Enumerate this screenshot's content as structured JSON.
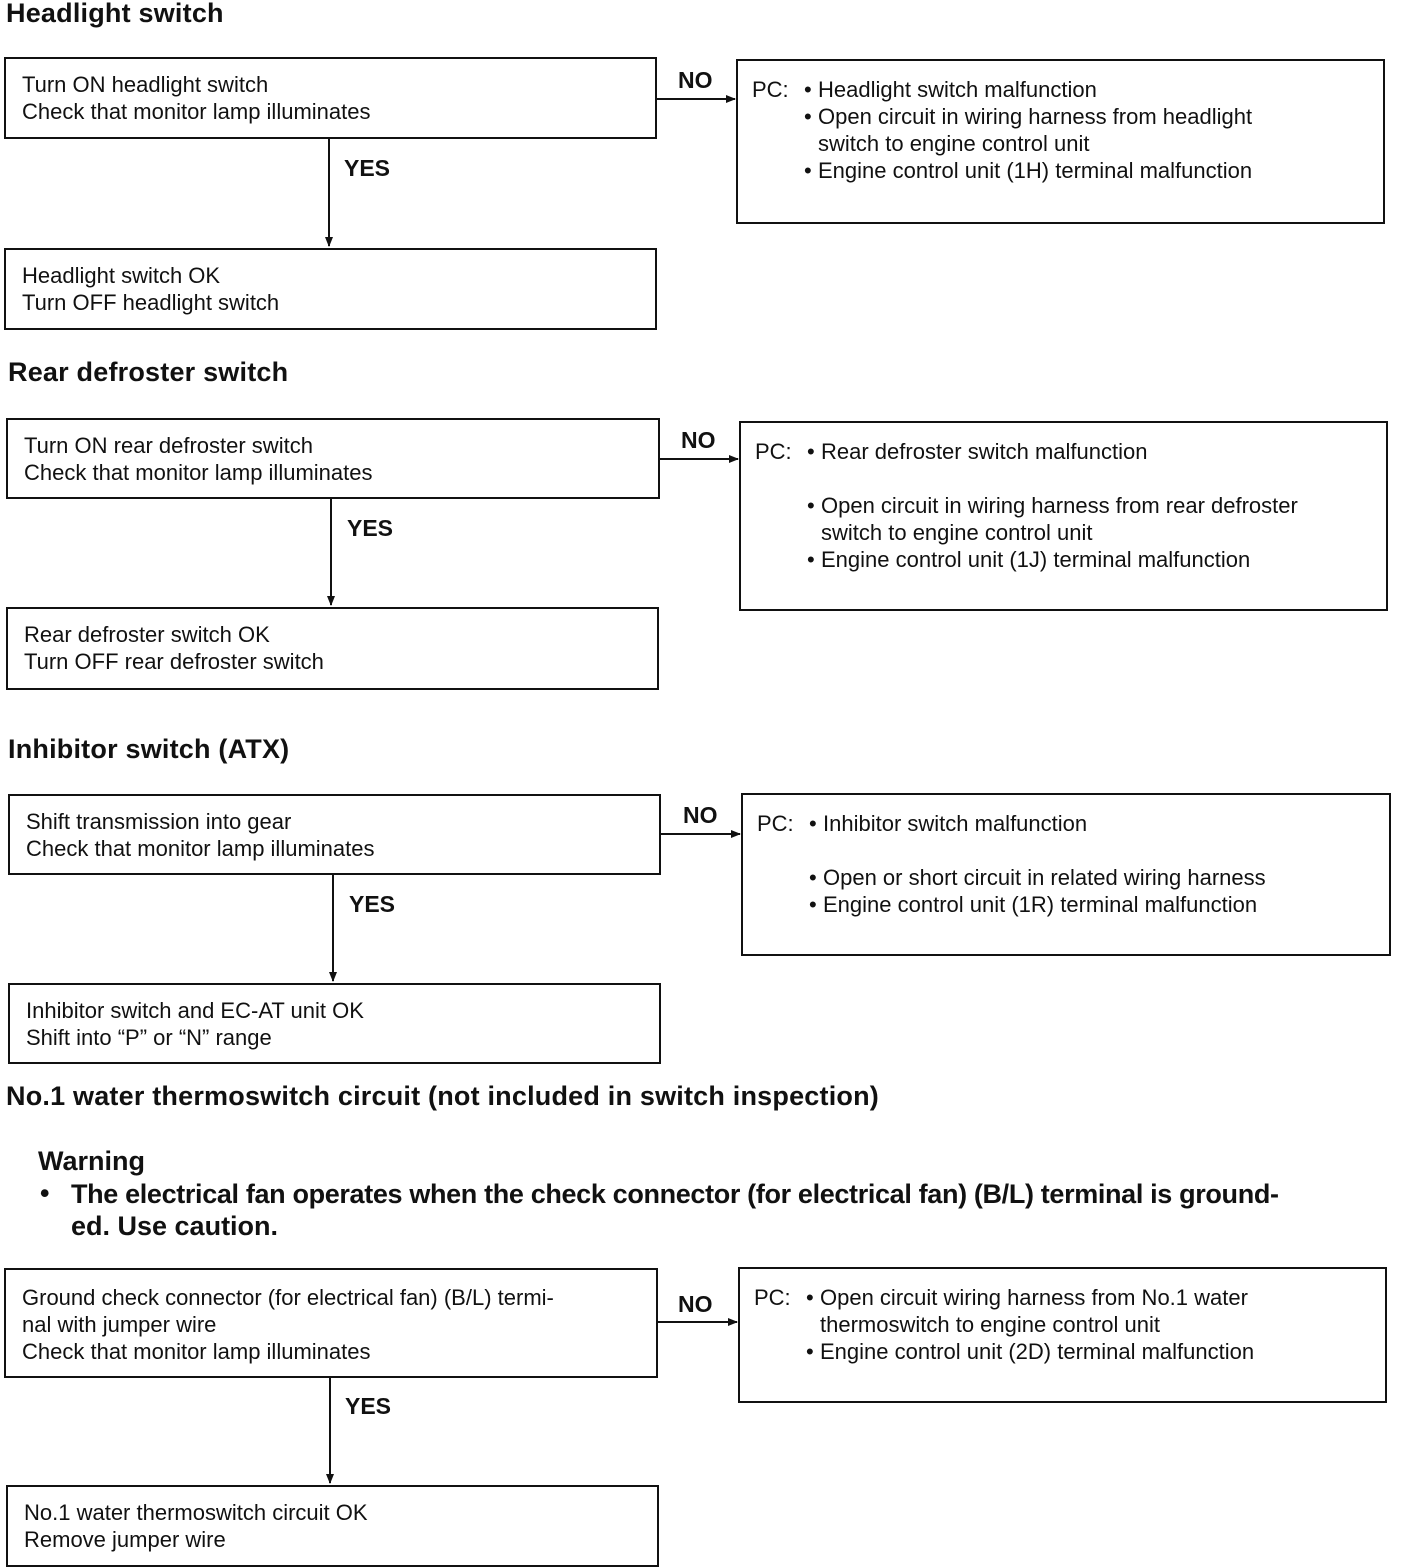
{
  "sections": [
    {
      "heading": "Headlight switch",
      "check_lines": [
        "Turn ON headlight switch",
        "Check that monitor lamp illuminates"
      ],
      "no_label": "NO",
      "yes_label": "YES",
      "pc_label": "PC:",
      "pc_items": [
        "Headlight switch malfunction",
        "Open circuit in wiring harness from headlight\nswitch to engine control unit",
        "Engine control unit (1H) terminal malfunction"
      ],
      "ok_lines": [
        "Headlight switch OK",
        "Turn OFF headlight switch"
      ]
    },
    {
      "heading": "Rear defroster switch",
      "check_lines": [
        "Turn ON rear defroster switch",
        "Check that monitor lamp illuminates"
      ],
      "no_label": "NO",
      "yes_label": "YES",
      "pc_label": "PC:",
      "pc_items": [
        "Rear defroster switch malfunction",
        "Open circuit in wiring harness from rear defroster\nswitch to engine control unit",
        "Engine control unit (1J) terminal malfunction"
      ],
      "ok_lines": [
        "Rear defroster switch OK",
        "Turn OFF rear defroster switch"
      ]
    },
    {
      "heading": "Inhibitor switch (ATX)",
      "check_lines": [
        "Shift transmission into gear",
        "Check that monitor lamp illuminates"
      ],
      "no_label": "NO",
      "yes_label": "YES",
      "pc_label": "PC:",
      "pc_items": [
        "Inhibitor switch malfunction",
        "Open or short circuit in related wiring harness",
        "Engine control unit (1R) terminal malfunction"
      ],
      "ok_lines": [
        "Inhibitor switch and EC-AT unit OK",
        "Shift into “P” or “N” range"
      ]
    },
    {
      "heading": "No.1 water thermoswitch circuit (not included in switch inspection)",
      "check_lines": [
        "Ground check connector (for electrical fan) (B/L) termi-",
        "nal with jumper wire",
        "Check that monitor lamp illuminates"
      ],
      "no_label": "NO",
      "yes_label": "YES",
      "pc_label": "PC:",
      "pc_items": [
        "Open circuit wiring harness from No.1 water\nthermoswitch to engine control unit",
        "Engine control unit (2D) terminal malfunction"
      ],
      "ok_lines": [
        "No.1 water thermoswitch circuit OK",
        "Remove jumper wire"
      ]
    }
  ],
  "warning": {
    "title": "Warning",
    "bullet": "•",
    "text_lines": [
      "The electrical fan operates when the check connector (for electrical fan) (B/L) terminal is ground-",
      "ed. Use caution."
    ]
  }
}
